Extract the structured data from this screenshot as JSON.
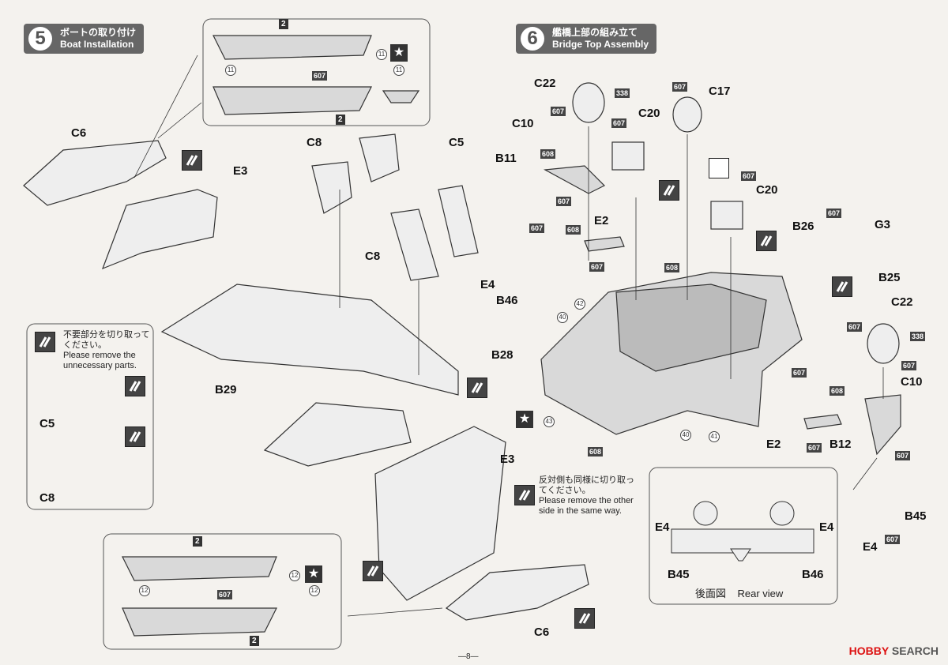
{
  "steps": [
    {
      "number": "5",
      "title_jp": "ボートの取り付け",
      "title_en": "Boat Installation"
    },
    {
      "number": "6",
      "title_jp": "艦橋上部の組み立て",
      "title_en": "Bridge Top Assembly"
    }
  ],
  "parts": {
    "c6_top": "C6",
    "e3_top": "E3",
    "c8_a": "C8",
    "c5_top": "C5",
    "c8_b": "C8",
    "b29": "B29",
    "c5_side": "C5",
    "c8_side": "C8",
    "e3_bot": "E3",
    "c6_bot": "C6",
    "c22_a": "C22",
    "c10_a": "C10",
    "c20_a": "C20",
    "c17": "C17",
    "b11": "B11",
    "c20_b": "C20",
    "e2_a": "E2",
    "b26": "B26",
    "g3": "G3",
    "e4_a": "E4",
    "b46_a": "B46",
    "b25": "B25",
    "c22_b": "C22",
    "b28": "B28",
    "c10_b": "C10",
    "e2_b": "E2",
    "b12": "B12",
    "b45": "B45",
    "e4_b": "E4",
    "rv_e4_l": "E4",
    "rv_e4_r": "E4",
    "rv_b45": "B45",
    "rv_b46": "B46"
  },
  "colors": {
    "n2": "2",
    "n607": "607",
    "n608": "608",
    "n338": "338",
    "c11": "11",
    "c12": "12",
    "c40": "40",
    "c41": "41",
    "c42": "42",
    "c43": "43"
  },
  "notes": {
    "remove_jp": "不要部分を切り取ってください。",
    "remove_en": "Please remove the unnecessary parts.",
    "other_side_jp": "反対側も同様に切り取ってください。",
    "other_side_en": "Please remove the other side in the same way.",
    "rear_view_jp": "後面図",
    "rear_view_en": "Rear view"
  },
  "footer": {
    "page": "—8—",
    "brand_a": "HOBBY",
    "brand_b": "SEARCH"
  }
}
